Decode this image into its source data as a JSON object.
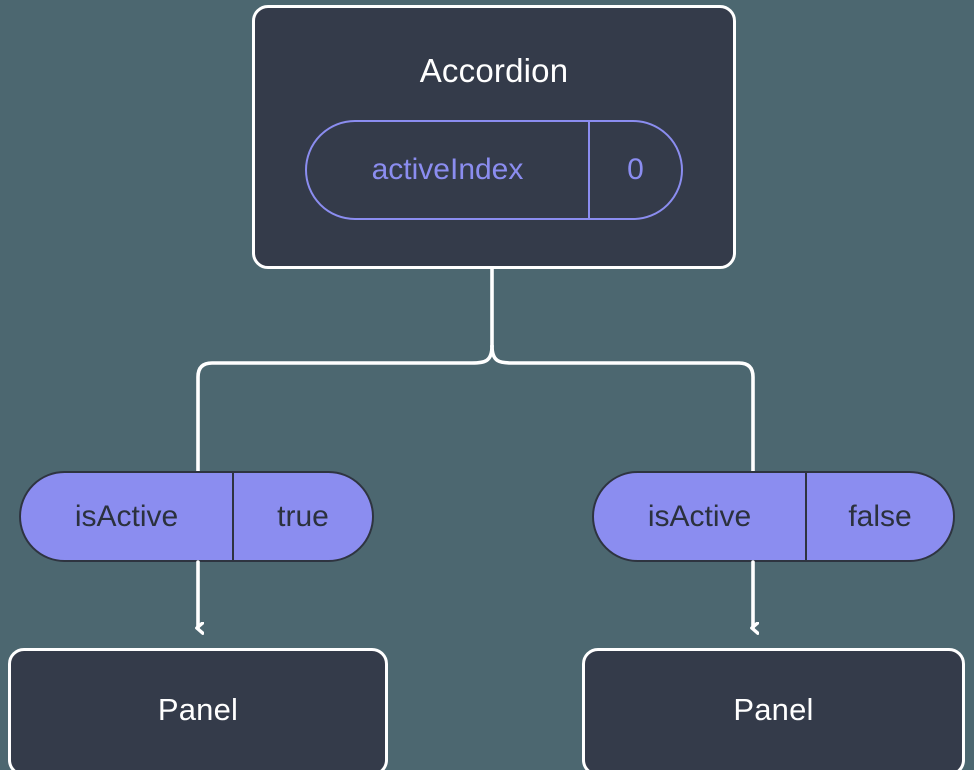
{
  "theme": {
    "background": "#4c6770",
    "card_fill": "#343b4a",
    "card_border": "#ffffff",
    "accent": "#8b8df0",
    "accent_text": "#2b313d",
    "connector": "#ffffff"
  },
  "diagram": {
    "type": "component-tree",
    "root": {
      "title": "Accordion",
      "state_badge": {
        "key": "activeIndex",
        "value": "0",
        "style": "outline"
      }
    },
    "branches": [
      {
        "prop_badge": {
          "key": "isActive",
          "value": "true",
          "style": "filled"
        },
        "child": {
          "title": "Panel"
        }
      },
      {
        "prop_badge": {
          "key": "isActive",
          "value": "false",
          "style": "filled"
        },
        "child": {
          "title": "Panel"
        }
      }
    ]
  }
}
